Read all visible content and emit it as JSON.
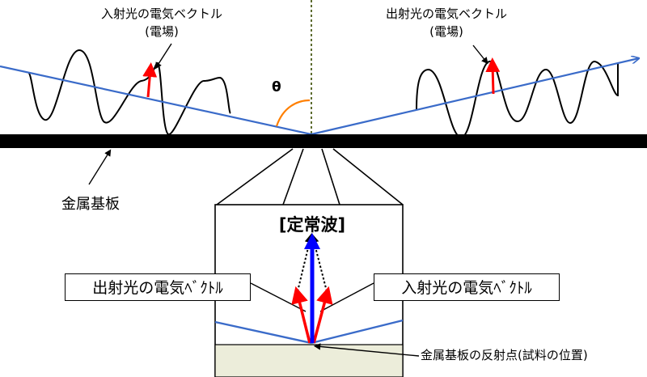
{
  "labels": {
    "incident_top": "入射光の電気ベクトル",
    "incident_top_sub": "(電場)",
    "outgoing_top": "出射光の電気ベクトル",
    "outgoing_top_sub": "(電場)",
    "theta": "θ",
    "substrate": "金属基板",
    "standing_wave": "[定常波]",
    "outgoing_box": "出射光の電気ﾍﾞｸﾄﾙ",
    "incident_box": "入射光の電気ﾍﾞｸﾄﾙ",
    "reflection_point": "金属基板の反射点(試料の位置)"
  },
  "colors": {
    "ray": "#3a6bc9",
    "field_vector": "#ff0000",
    "standing_wave_arrow": "#0000ff",
    "substrate": "#000000",
    "sample_layer": "#ecedda",
    "normal_line": "#5c6b2e",
    "angle_arc": "#ff7f00"
  }
}
